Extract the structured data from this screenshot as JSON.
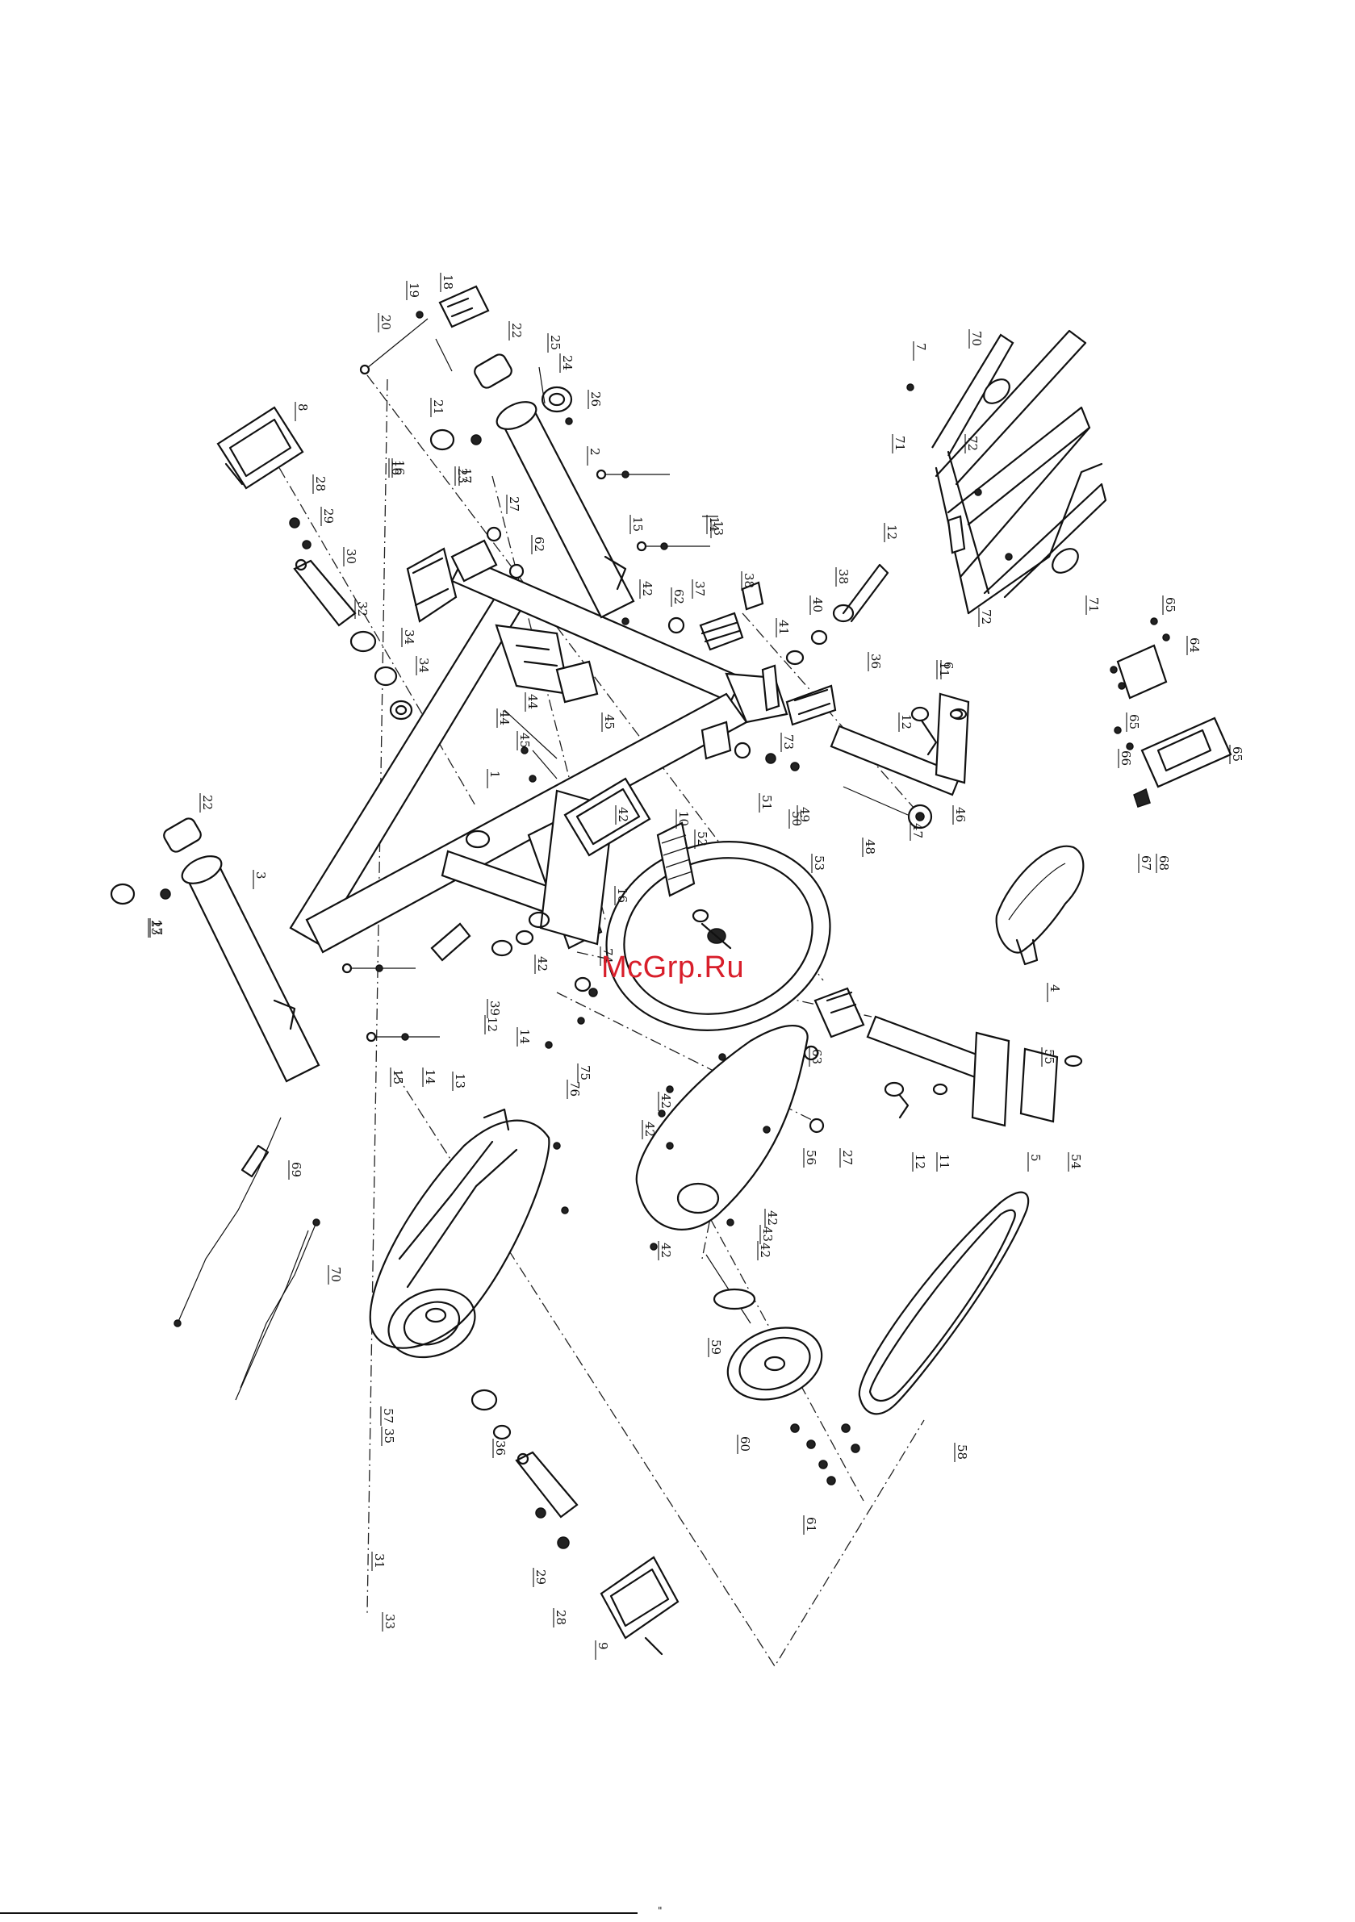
{
  "watermark": "McGrp.Ru",
  "footer_mark": "\"",
  "callouts": [
    "1",
    "2",
    "3",
    "4",
    "5",
    "6",
    "7",
    "8",
    "9",
    "10",
    "11",
    "11",
    "12",
    "12",
    "12",
    "12",
    "13",
    "13",
    "14",
    "14",
    "14",
    "15",
    "15",
    "16",
    "16",
    "16",
    "17",
    "17",
    "18",
    "19",
    "20",
    "21",
    "22",
    "22",
    "23",
    "23",
    "24",
    "25",
    "26",
    "27",
    "27",
    "28",
    "28",
    "29",
    "29",
    "30",
    "31",
    "32",
    "33",
    "34",
    "34",
    "35",
    "36",
    "36",
    "37",
    "38",
    "38",
    "39",
    "40",
    "41",
    "42",
    "42",
    "42",
    "42",
    "42",
    "42",
    "42",
    "42",
    "43",
    "44",
    "44",
    "45",
    "45",
    "46",
    "47",
    "48",
    "49",
    "50",
    "51",
    "52",
    "53",
    "54",
    "55",
    "56",
    "57",
    "58",
    "59",
    "60",
    "61",
    "62",
    "62",
    "63",
    "64",
    "65",
    "65",
    "65",
    "66",
    "67",
    "68",
    "69",
    "70",
    "70",
    "71",
    "71",
    "72",
    "72",
    "73",
    "74",
    "75",
    "76"
  ]
}
